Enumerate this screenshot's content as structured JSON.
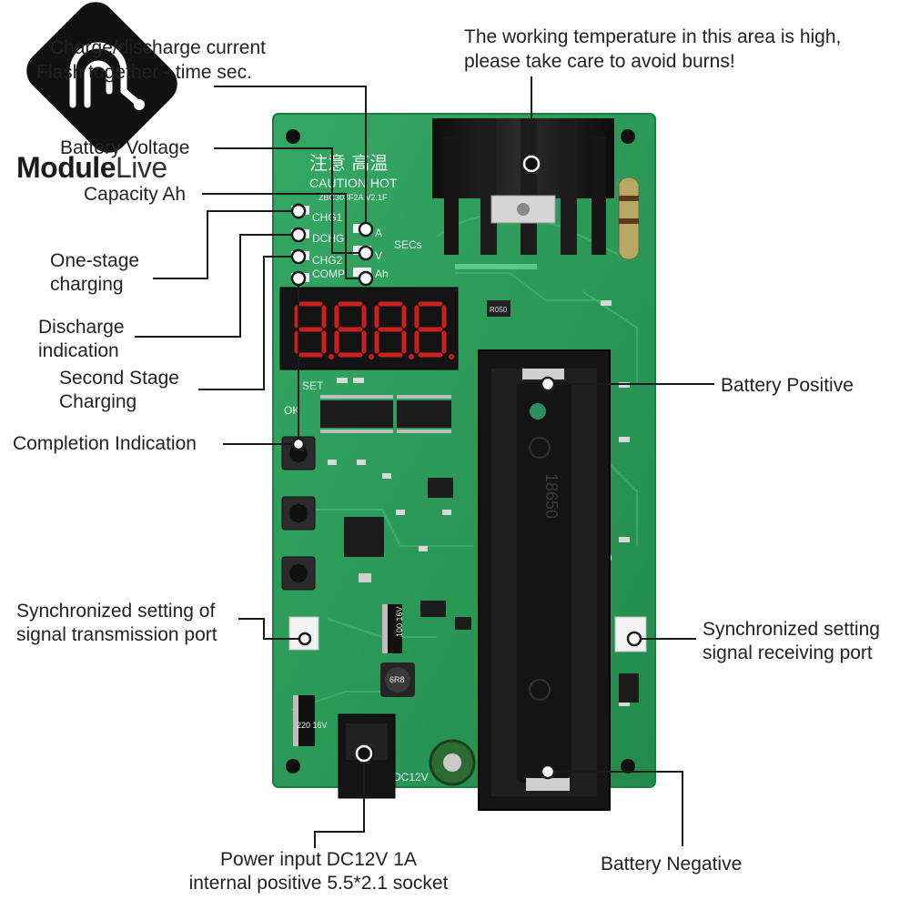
{
  "brand": {
    "part1": "Module",
    "part2": "Live"
  },
  "board": {
    "caution_cn": "注意  高温",
    "caution_en": "CAUTION HOT",
    "model": "ZBC303F2A V2.1F",
    "indicators_left": [
      "CHG1",
      "DCHG",
      "CHG2",
      "COMP"
    ],
    "indicators_right": [
      "A",
      "V",
      "Ah"
    ],
    "secs": "SECs",
    "set_label": "SET",
    "ok_label": "OK",
    "holder_label": "18650",
    "dc_label": "DC12V",
    "resistor": "R050",
    "cap1": "220 16V",
    "cap2": "100 16V",
    "inductor": "6R8"
  },
  "labels": {
    "current_line1": "Charge/discharge current",
    "current_line2": "Flash together - time sec.",
    "temperature_line1": "The working temperature in this area is high,",
    "temperature_line2": "please take care to avoid burns!",
    "battery_voltage": "Battery Voltage",
    "capacity": "Capacity Ah",
    "one_stage_line1": "One-stage",
    "one_stage_line2": "charging",
    "discharge_line1": "Discharge",
    "discharge_line2": "indication",
    "second_stage_line1": "Second Stage",
    "second_stage_line2": "Charging",
    "completion": "Completion Indication",
    "battery_positive": "Battery Positive",
    "sync_tx_line1": "Synchronized setting of",
    "sync_tx_line2": "signal transmission port",
    "sync_rx_line1": "Synchronized setting",
    "sync_rx_line2": "signal receiving port",
    "power_line1": "Power input DC12V 1A",
    "power_line2": "internal positive 5.5*2.1 socket",
    "battery_negative": "Battery Negative"
  },
  "colors": {
    "pcb": "#2e9b5c",
    "pcb_dark": "#22804a",
    "silk": "#e8f5ec",
    "black_part": "#1a1a1a"
  }
}
